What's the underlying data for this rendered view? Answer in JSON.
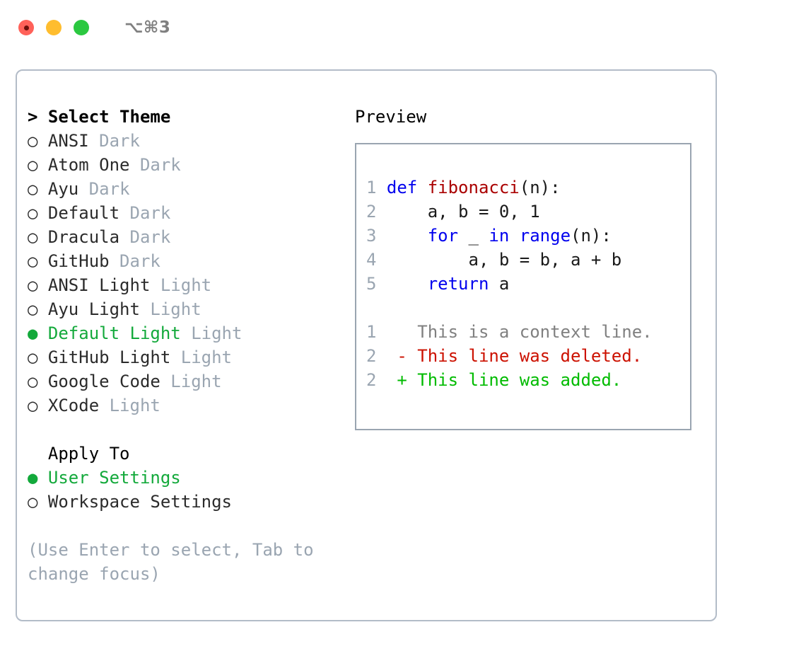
{
  "titlebar": {
    "traffic_lights": [
      "close",
      "minimize",
      "maximize"
    ],
    "shortcut": "⌥⌘3"
  },
  "theme_panel": {
    "header": "> Select Theme",
    "unselected_marker": "○ ",
    "selected_marker": "● ",
    "accent_color": "#13a93b",
    "badge_color": "#9aa5b1",
    "items": [
      {
        "name": "ANSI",
        "badge": "Dark",
        "selected": false
      },
      {
        "name": "Atom One",
        "badge": "Dark",
        "selected": false
      },
      {
        "name": "Ayu",
        "badge": "Dark",
        "selected": false
      },
      {
        "name": "Default",
        "badge": "Dark",
        "selected": false
      },
      {
        "name": "Dracula",
        "badge": "Dark",
        "selected": false
      },
      {
        "name": "GitHub",
        "badge": "Dark",
        "selected": false
      },
      {
        "name": "ANSI Light",
        "badge": "Light",
        "selected": false
      },
      {
        "name": "Ayu Light",
        "badge": "Light",
        "selected": false
      },
      {
        "name": "Default Light",
        "badge": "Light",
        "selected": true
      },
      {
        "name": "GitHub Light",
        "badge": "Light",
        "selected": false
      },
      {
        "name": "Google Code",
        "badge": "Light",
        "selected": false
      },
      {
        "name": "XCode",
        "badge": "Light",
        "selected": false
      }
    ]
  },
  "apply_to": {
    "header": "  Apply To",
    "items": [
      {
        "name": "User Settings",
        "selected": true
      },
      {
        "name": "Workspace Settings",
        "selected": false
      }
    ]
  },
  "help": {
    "text": "(Use Enter to select, Tab to change focus)"
  },
  "preview": {
    "title": "Preview",
    "code_lines": [
      {
        "lineno": "1",
        "tokens": [
          {
            "t": "def ",
            "c": "kw"
          },
          {
            "t": "fibonacci",
            "c": "fn"
          },
          {
            "t": "(n):",
            "c": "plain"
          }
        ]
      },
      {
        "lineno": "2",
        "tokens": [
          {
            "t": "    a, b = 0, 1",
            "c": "plain"
          }
        ]
      },
      {
        "lineno": "3",
        "tokens": [
          {
            "t": "    ",
            "c": "plain"
          },
          {
            "t": "for",
            "c": "kw"
          },
          {
            "t": " _ ",
            "c": "plain"
          },
          {
            "t": "in",
            "c": "kw"
          },
          {
            "t": " ",
            "c": "plain"
          },
          {
            "t": "range",
            "c": "kw"
          },
          {
            "t": "(n):",
            "c": "plain"
          }
        ]
      },
      {
        "lineno": "4",
        "tokens": [
          {
            "t": "        a, b = b, a + b",
            "c": "plain"
          }
        ]
      },
      {
        "lineno": "5",
        "tokens": [
          {
            "t": "    ",
            "c": "plain"
          },
          {
            "t": "return",
            "c": "kw"
          },
          {
            "t": " a",
            "c": "plain"
          }
        ]
      }
    ],
    "diff_lines": [
      {
        "lineno": "1",
        "marker": "  ",
        "text": "This is a context line.",
        "kind": "ctx"
      },
      {
        "lineno": "2",
        "marker": "- ",
        "text": "This line was deleted.",
        "kind": "del"
      },
      {
        "lineno": "2",
        "marker": "+ ",
        "text": "This line was added.",
        "kind": "add"
      }
    ]
  }
}
